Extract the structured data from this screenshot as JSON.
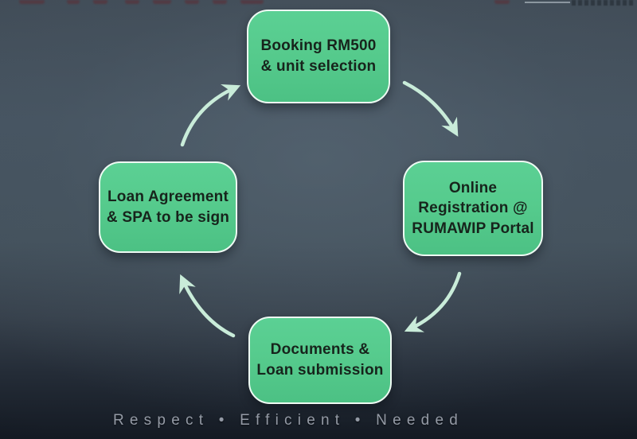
{
  "slide": {
    "cycle": {
      "flow": "clockwise",
      "nodes": [
        {
          "id": "booking",
          "label": "Booking RM500\n& unit selection"
        },
        {
          "id": "registration",
          "label": "Online\nRegistration @\nRUMAWIP Portal"
        },
        {
          "id": "documents",
          "label": "Documents &\nLoan submission"
        },
        {
          "id": "agreement",
          "label": "Loan Agreement\n& SPA to be sign"
        }
      ]
    },
    "footer": {
      "motto": "Respect • Efficient • Needed"
    },
    "colors": {
      "node_fill": "#56cb8d",
      "node_border": "#eefaf3",
      "node_text": "#17241c",
      "arrow": "#c9ecd9",
      "footer_text": "#949aa5",
      "background_top": "#46535f",
      "background_bottom": "#141a23",
      "cropped_title_red": "#5a3038"
    }
  }
}
